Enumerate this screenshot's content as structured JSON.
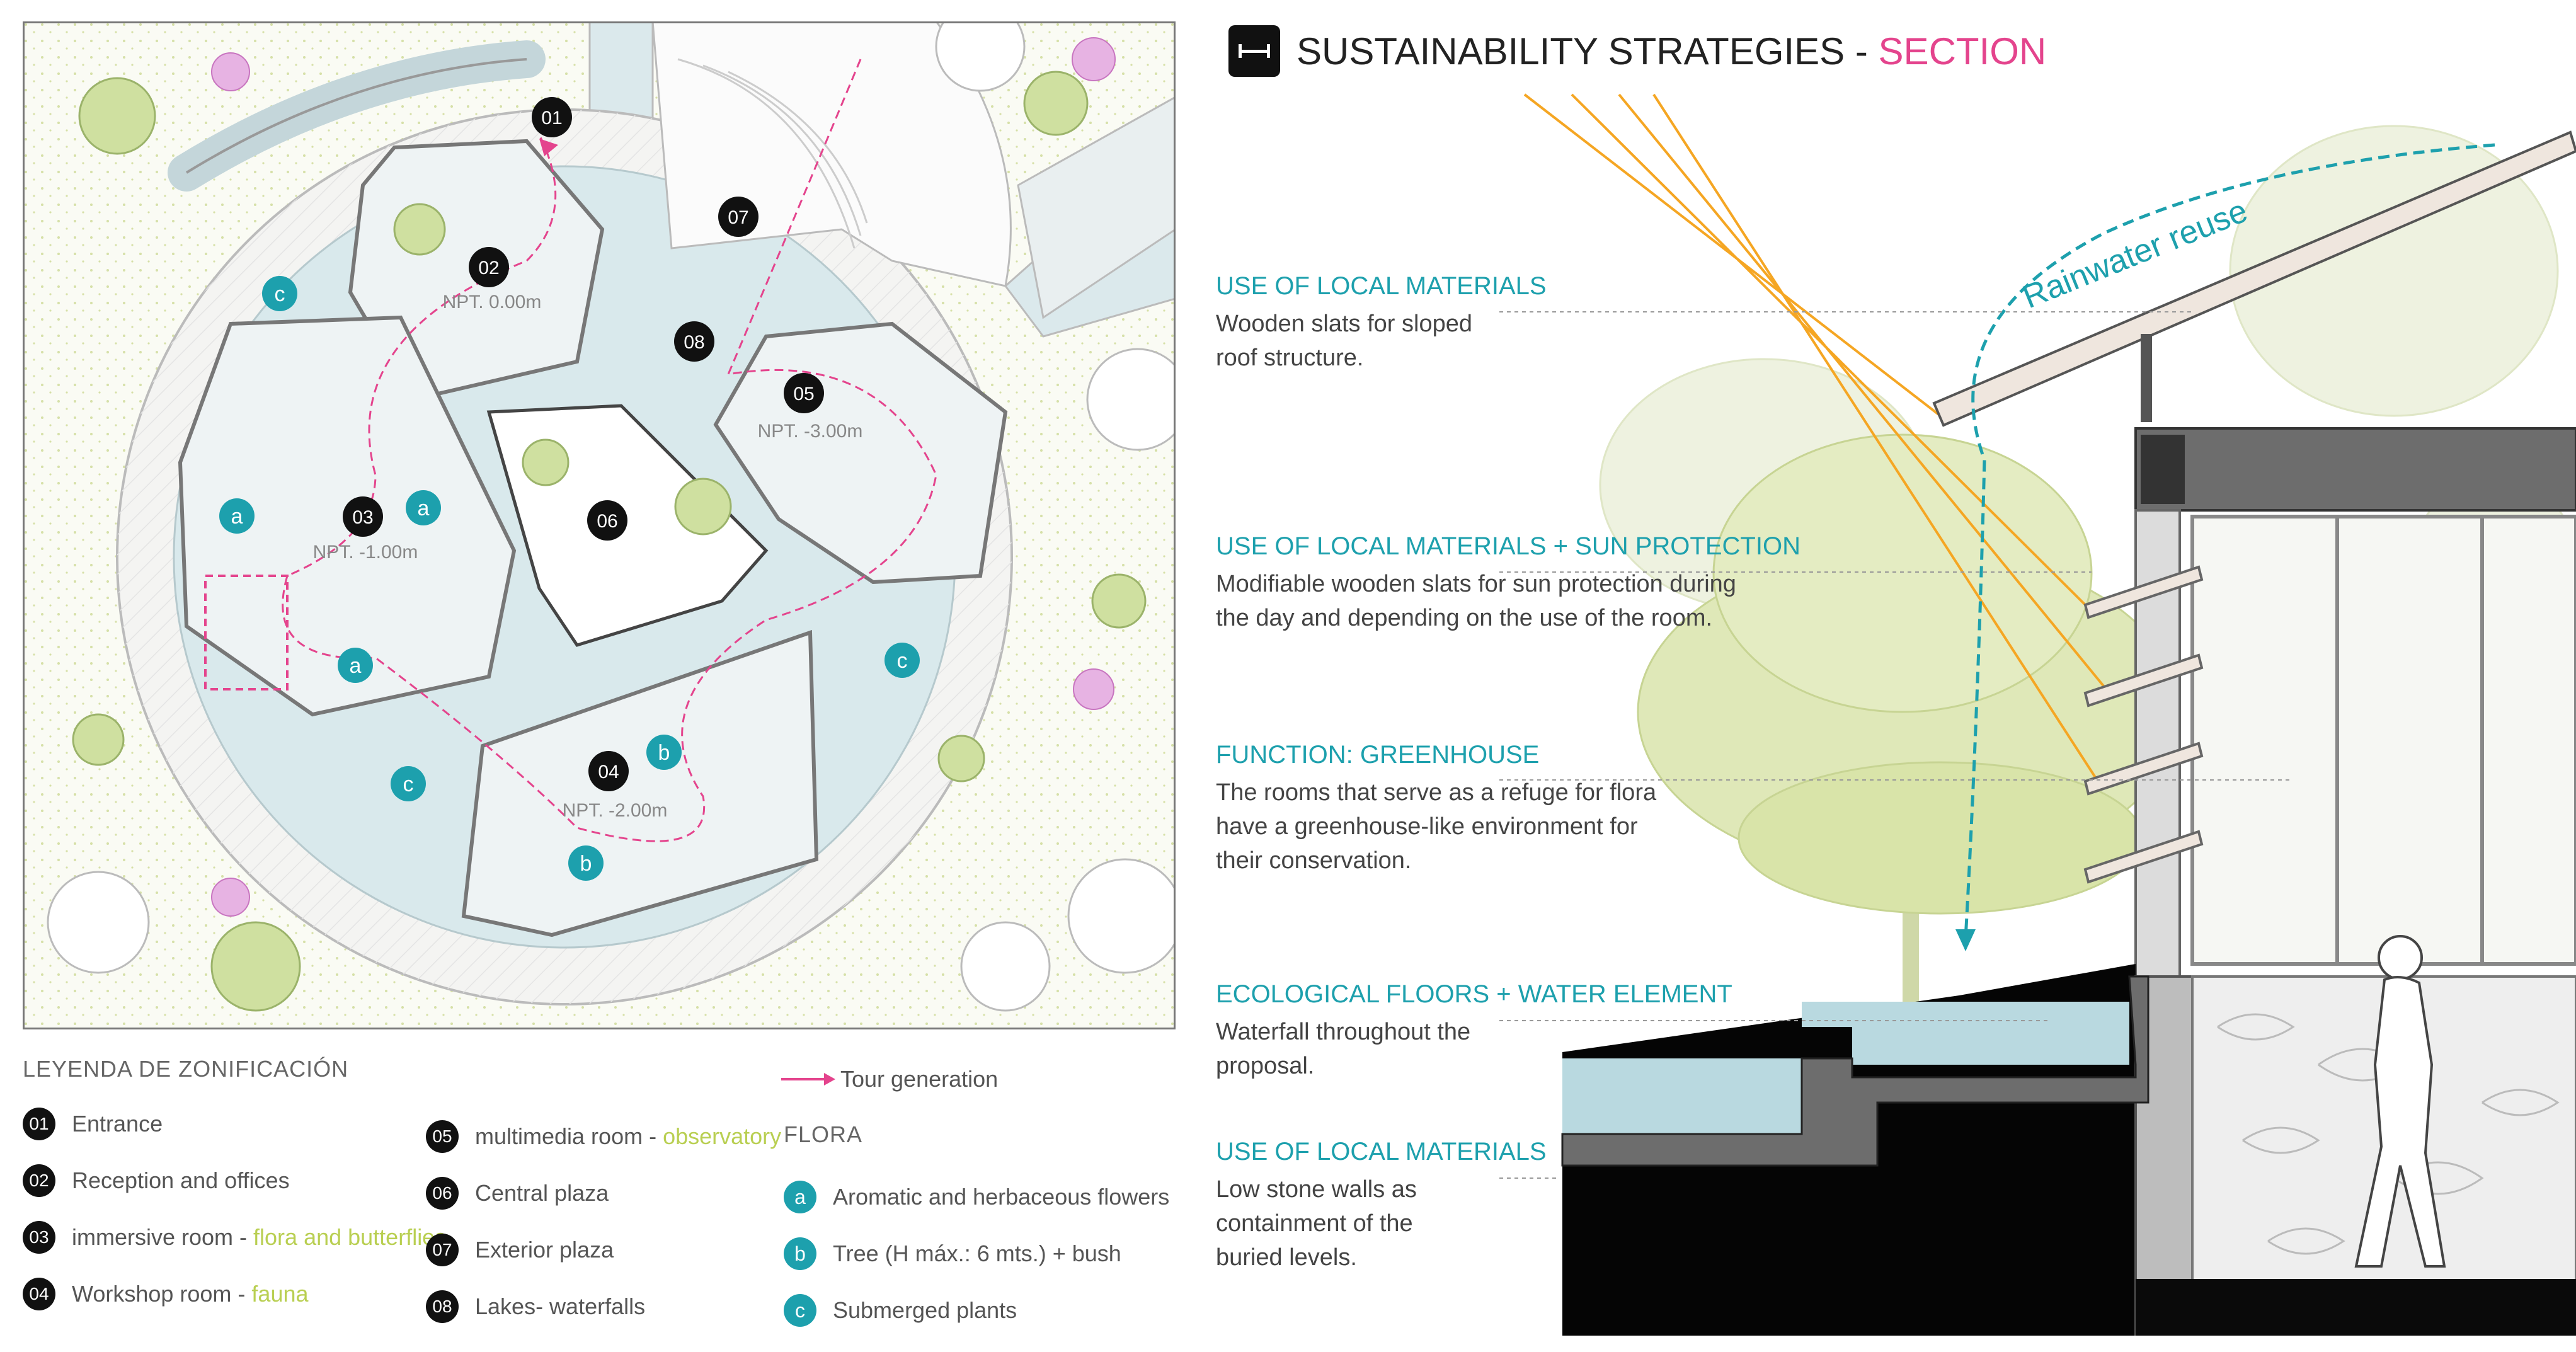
{
  "plan": {
    "zones": [
      {
        "id": "01"
      },
      {
        "id": "02",
        "level": "NPT. 0.00m"
      },
      {
        "id": "03",
        "level": "NPT. -1.00m"
      },
      {
        "id": "04",
        "level": "NPT. -2.00m"
      },
      {
        "id": "05",
        "level": "NPT. -3.00m"
      },
      {
        "id": "06"
      },
      {
        "id": "07"
      },
      {
        "id": "08"
      }
    ],
    "flora_markers": [
      "a",
      "b",
      "c"
    ]
  },
  "legend": {
    "title": "LEYENDA DE ZONIFICACIÓN",
    "tour_label": "Tour generation",
    "flora_title": "FLORA",
    "items": [
      {
        "id": "01",
        "label": "Entrance",
        "highlight": ""
      },
      {
        "id": "02",
        "label": "Reception and offices",
        "highlight": ""
      },
      {
        "id": "03",
        "label": "immersive room - ",
        "highlight": "flora and butterflies"
      },
      {
        "id": "04",
        "label": "Workshop room - ",
        "highlight": "fauna"
      },
      {
        "id": "05",
        "label": "multimedia room - ",
        "highlight": "observatory"
      },
      {
        "id": "06",
        "label": "Central plaza",
        "highlight": ""
      },
      {
        "id": "07",
        "label": "Exterior plaza",
        "highlight": ""
      },
      {
        "id": "08",
        "label": "Lakes- waterfalls",
        "highlight": ""
      }
    ],
    "flora": [
      {
        "id": "a",
        "label": "Aromatic and herbaceous flowers"
      },
      {
        "id": "b",
        "label": "Tree (H máx.: 6 mts.) + bush"
      },
      {
        "id": "c",
        "label": "Submerged plants"
      }
    ]
  },
  "section": {
    "title_main": "SUSTAINABILITY STRATEGIES - ",
    "title_accent": "SECTION",
    "rain_label": "Rainwater reuse",
    "strategies": [
      {
        "heading": "USE OF LOCAL MATERIALS",
        "body": [
          "Wooden slats for sloped",
          "roof structure."
        ]
      },
      {
        "heading": "USE OF LOCAL MATERIALS + SUN PROTECTION",
        "body": [
          "Modifiable wooden slats for sun protection during",
          "the day and depending on the use of the room."
        ]
      },
      {
        "heading": "FUNCTION: GREENHOUSE",
        "body": [
          "The rooms that serve as a refuge for flora",
          "have a greenhouse-like environment for",
          "their conservation."
        ]
      },
      {
        "heading": "ECOLOGICAL FLOORS + WATER ELEMENT",
        "body": [
          "Waterfall throughout the",
          "proposal."
        ]
      },
      {
        "heading": "USE OF LOCAL MATERIALS",
        "body": [
          "Low stone walls as",
          "containment of the",
          "buried levels."
        ]
      }
    ]
  },
  "colors": {
    "accent_teal": "#1da0ad",
    "accent_pink": "#e4448d",
    "accent_green": "#b9cf52",
    "sun_orange": "#f5a623",
    "water": "#b9d9e0"
  }
}
